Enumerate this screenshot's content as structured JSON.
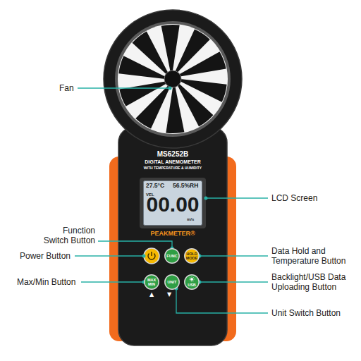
{
  "diagram": {
    "nodes": [
      {
        "text": [
          "27.5°C",
          "56.5%RH",
          "VEL",
          "00.00",
          "m/s"
        ]
      },
      {
        "text": [
          "FUNC"
        ]
      },
      {
        "text": [
          "HOLD MODE"
        ]
      },
      {
        "text": [
          "MAX MIN"
        ]
      },
      {
        "text": [
          "UNIT"
        ]
      },
      {
        "text": [
          "USB"
        ]
      }
    ],
    "labels": [
      "Fan",
      "MS6252B",
      "DIGITAL ANEMOMETER",
      "WITH TEMPERATURE & HUMIDITY",
      "LCD Screen",
      "Function Switch Button",
      "PEAKMETER®",
      "Power Button",
      "Data Hold and Temperature Button",
      "Max/Min Button",
      "Backlight/USB Data Uploading Button",
      "▲",
      "▼",
      "Unit Switch Button"
    ]
  }
}
